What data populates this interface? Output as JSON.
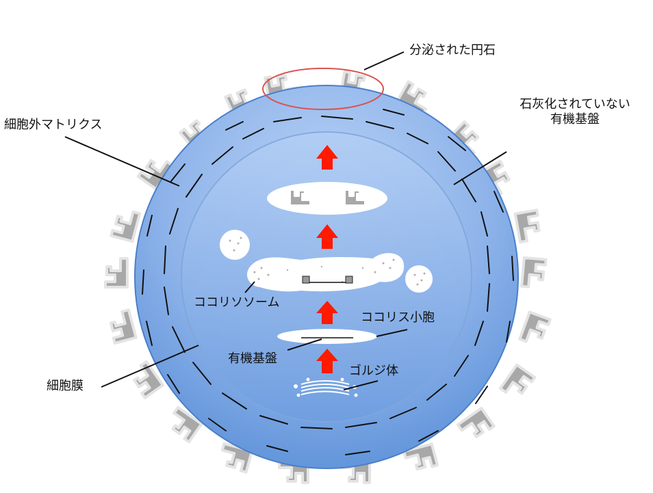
{
  "labels": {
    "secreted_coccolith": "分泌された円石",
    "extracellular_matrix": "細胞外マトリクス",
    "noncalcified_line1": "石灰化されていない",
    "noncalcified_line2": "有機基盤",
    "coccolithosome": "ココリソソーム",
    "coccolith_vesicle": "ココリス小胞",
    "organic_base": "有機基盤",
    "golgi": "ゴルジ体",
    "cell_membrane": "細胞膜"
  },
  "colors": {
    "cell_outer": "#5b90d8",
    "cell_inner": "#a9c7f2",
    "inner_ring": "#7fa7dc",
    "arrow": "#ff1a00",
    "highlight_ring": "#d9534f",
    "coccolith_fill": "#a8a8a8",
    "coccolith_outline": "#e2e2e2",
    "vesicle": "#ffffff",
    "ink": "#111111"
  }
}
